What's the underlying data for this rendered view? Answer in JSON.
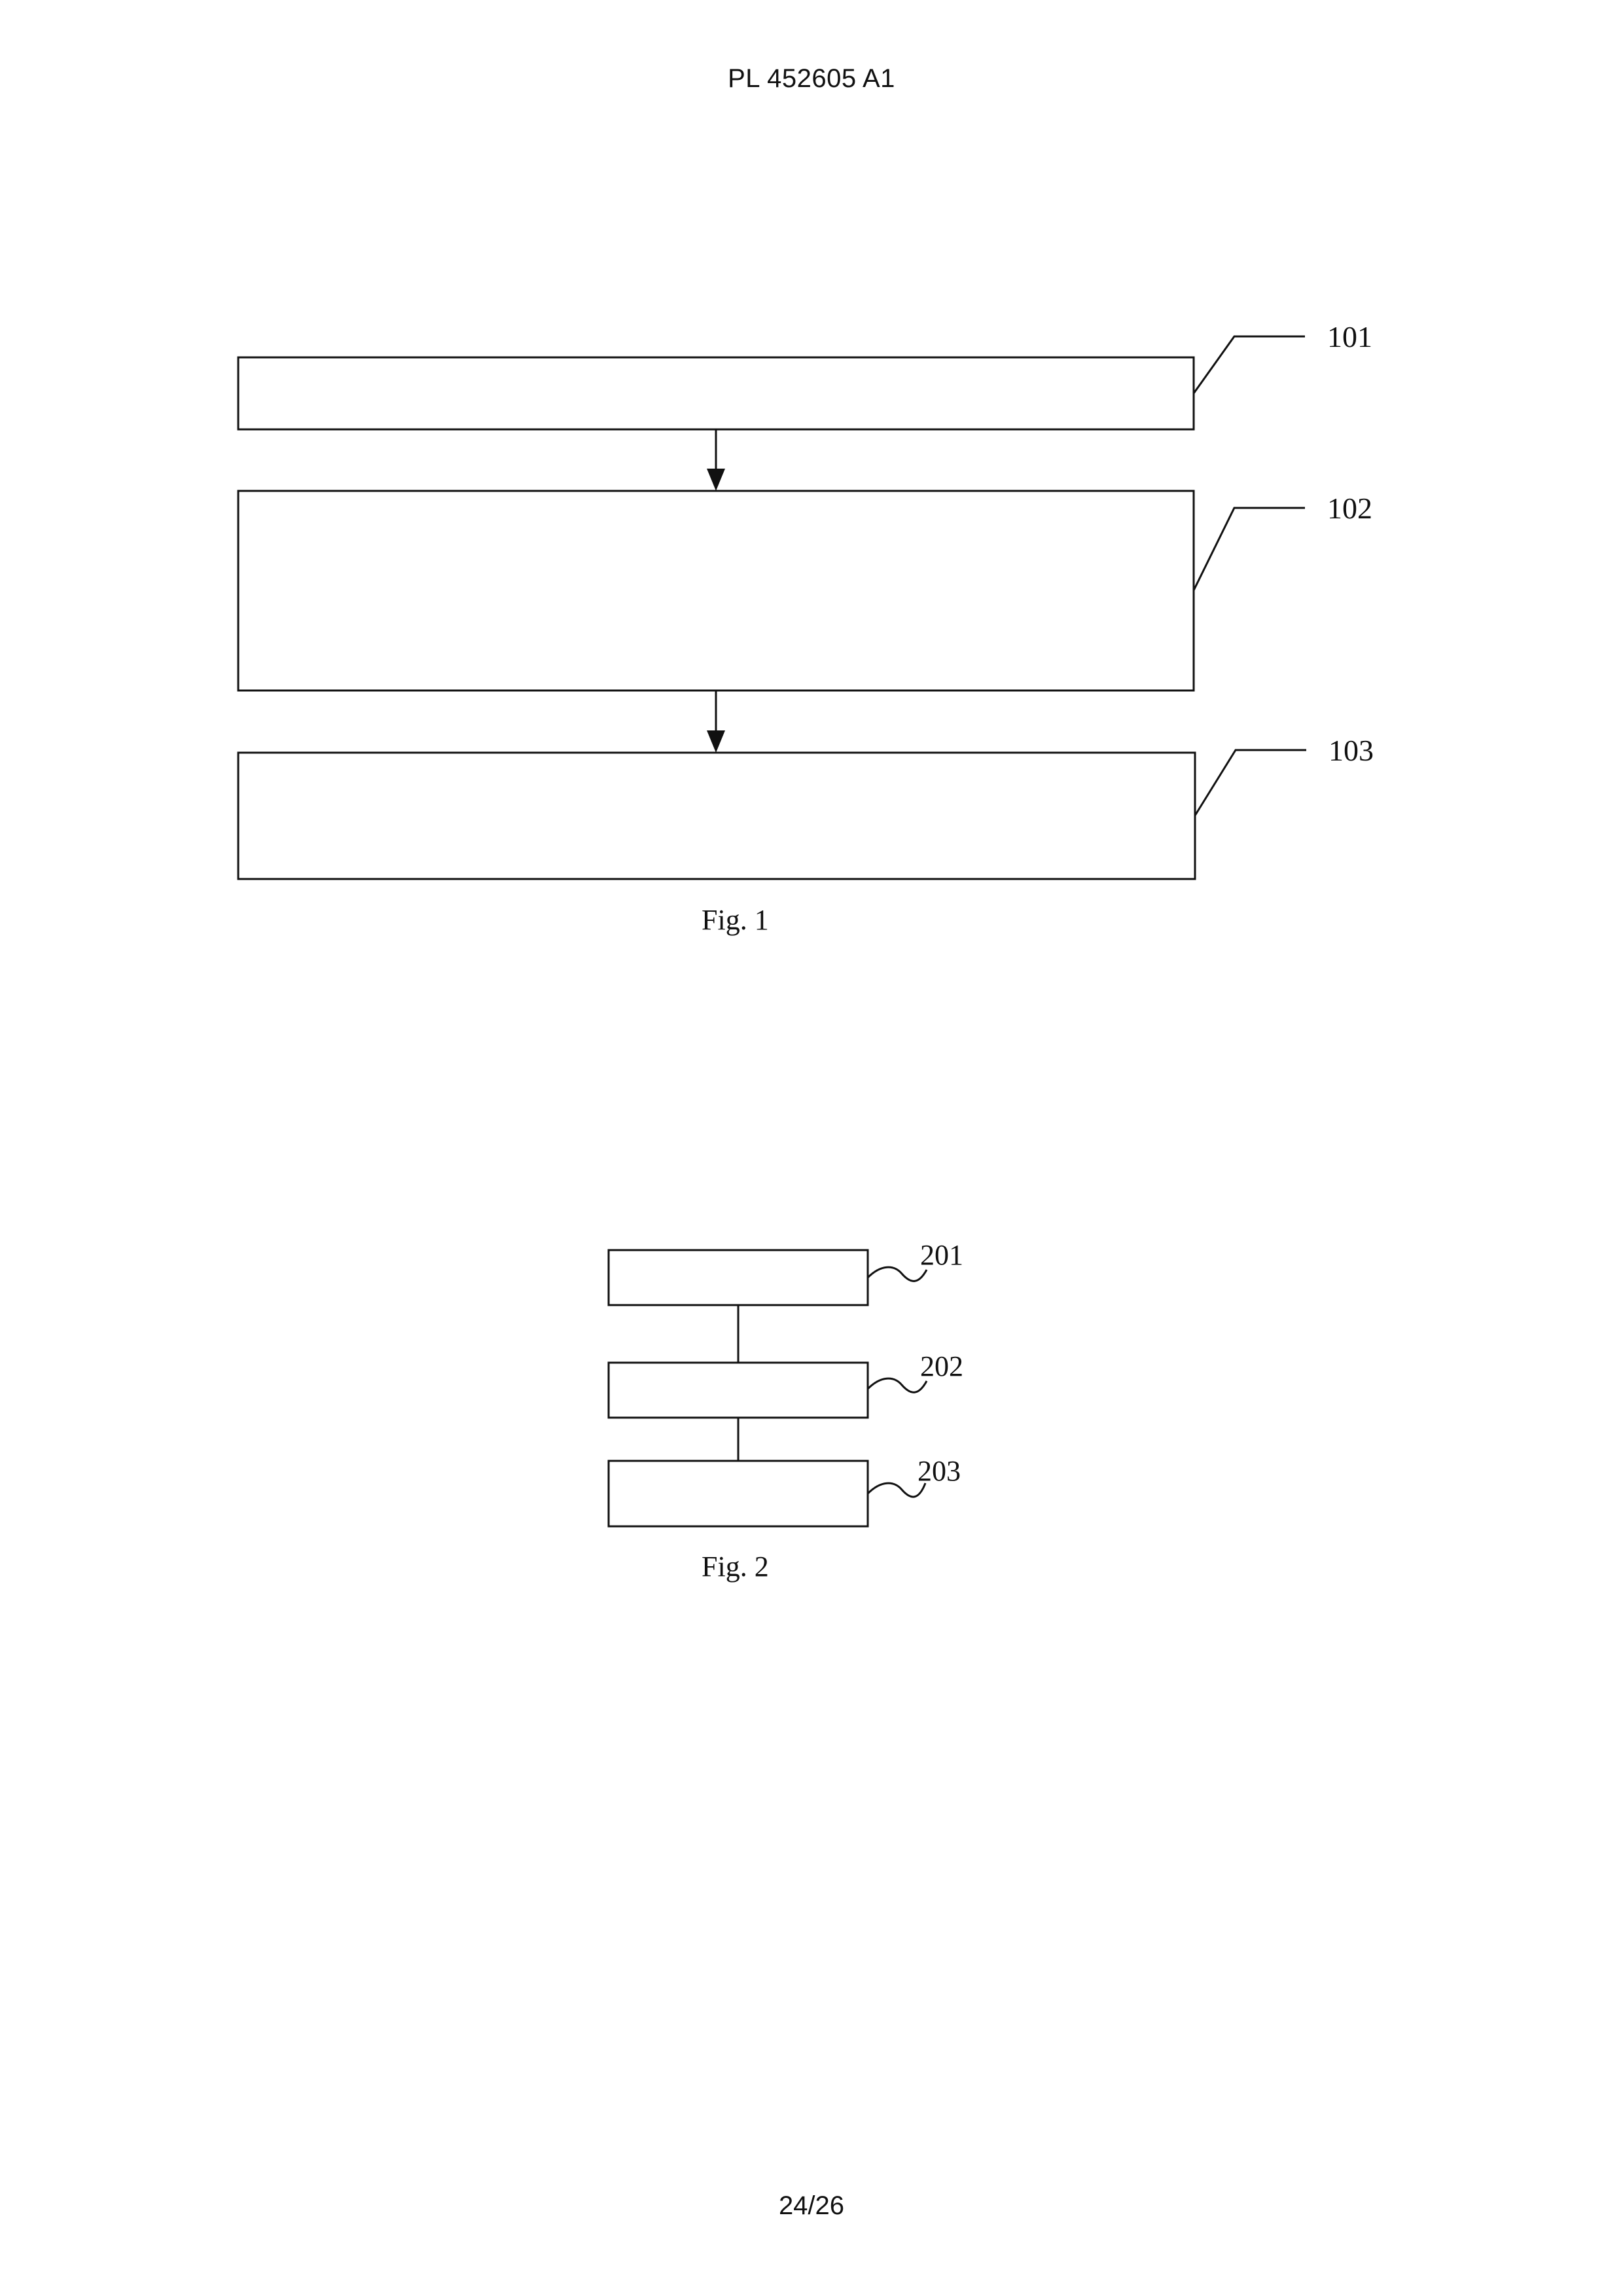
{
  "header": {
    "document_number": "PL 452605 A1"
  },
  "figure_1": {
    "caption": "Fig. 1",
    "references": [
      "101",
      "102",
      "103"
    ]
  },
  "figure_2": {
    "caption": "Fig. 2",
    "references": [
      "201",
      "202",
      "203"
    ]
  },
  "footer": {
    "page_number": "24/26"
  },
  "colors": {
    "line": "#111111",
    "background": "#ffffff"
  }
}
